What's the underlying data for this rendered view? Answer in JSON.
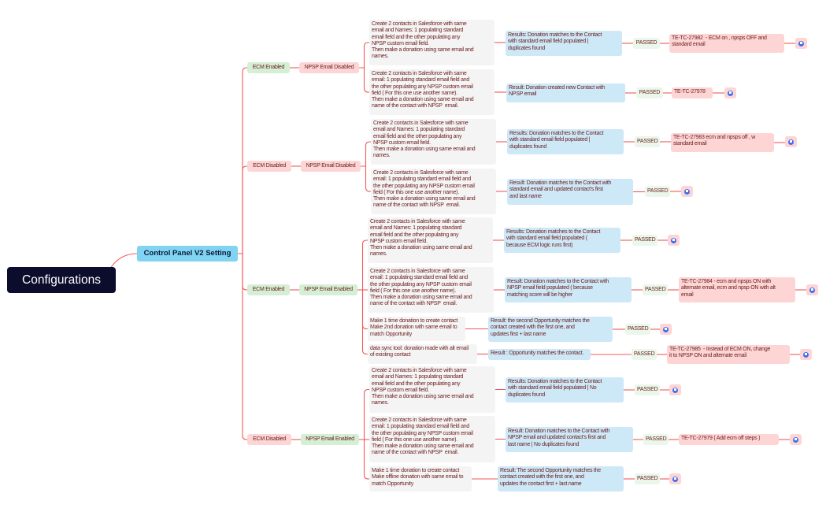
{
  "root": "Configurations",
  "main": "Control Panel V2 Setting",
  "colors": {
    "connector": "#f05a5a",
    "root": "#0c0c2c",
    "main": "#80d4f2",
    "enabled": "#d5efd5",
    "disabled": "#fdd5d5",
    "step": "#f4f4f4",
    "result": "#cde8f7",
    "passed": "#eaf7ea",
    "flag": "#3f6ff0"
  },
  "branches": [
    {
      "ecm": "ECM Enabled",
      "ecm_state": "enabled",
      "npsp": "NPSP Email Disabled",
      "npsp_state": "disabled",
      "cases": [
        {
          "step": "Create 2 contacts in Salesforce with same\nemail and Names: 1 populating standard\nemail field and the other populating any\nNPSP custom email field.\nThen make a donation using same email and\nnames.",
          "result": "Results: Donation matches to the Contact\nwith standard email field populated |\nduplicates found",
          "status": "PASSED",
          "tc": "TE-TC-27982  - ECM on , npsps OFF and\nstandard email",
          "icon": "flag-icon"
        },
        {
          "step": "Create 2 contacts in Salesforce with same\nemail: 1 populating standard email field and\nthe other populating any NPSP custom email\nfield ( For this one use another name).\nThen make a donation using same email and\nname of the contact with NPSP  email.",
          "result": "Result: Donation created new Contact with\nNPSP email",
          "status": "PASSED",
          "tc": "TE-TC-27978",
          "icon": "flag-icon"
        }
      ]
    },
    {
      "ecm": "ECM Disabled",
      "ecm_state": "disabled",
      "npsp": "NPSP Email Disabled",
      "npsp_state": "disabled",
      "cases": [
        {
          "step": "Create 2 contacts in Salesforce with same\nemail and Names: 1 populating standard\nemail field and the other populating any\nNPSP custom email field.\nThen make a donation using same email and\nnames.",
          "result": "Results: Donation matches to the Contact\nwith standard email field populated |\nduplicates found",
          "status": "PASSED",
          "tc": "TE-TC-27983 ecm and npsps off , w\nstandard email",
          "icon": "flag-icon"
        },
        {
          "step": "Create 2 contacts in Salesforce with same\nemail: 1 populating standard email field and\nthe other populating any NPSP custom email\nfield ( For this one use another name).\nThen make a donation using same email and\nname of the contact with NPSP  email.",
          "result": "Result: Donation matches to the Contact with\nstandard email and updated contact's first\nand last name",
          "status": "PASSED",
          "tc": null,
          "icon": "flag-icon"
        }
      ]
    },
    {
      "ecm": "ECM Enabled",
      "ecm_state": "enabled",
      "npsp": "NPSP Email Enabled",
      "npsp_state": "enabled",
      "cases": [
        {
          "step": "Create 2 contacts in Salesforce with same\nemail and Names: 1 populating standard\nemail field and the other populating any\nNPSP custom email field.\nThen make a donation using same email and\nnames.",
          "result": "Results: Donation matches to the Contact\nwith standard email field populated (\nbecause ECM logic runs first)",
          "status": "PASSED",
          "tc": null,
          "icon": "flag-icon"
        },
        {
          "step": "Create 2 contacts in Salesforce with same\nemail: 1 populating standard email field and\nthe other populating any NPSP custom email\nfield ( For this one use another name).\nThen make a donation using same email and\nname of the contact with NPSP  email.",
          "result": "Result: Donation matches to the Contact with\nNPSP email field populated ( because\nmatching score will be higher",
          "status": "PASSED",
          "tc": "TE-TC-27984 - ecm and npsps ON with\nalternate email, ecm and npsp ON with alt\nemail",
          "icon": "flag-icon"
        },
        {
          "step": "Make 1 time donation to create contact\nMake 2nd donation with same email to\nmatch Opportunity",
          "result": "Result: the second Opportunity matches the\ncontact created with the first one, and\nupdates first + last name",
          "status": "PASSED",
          "tc": null,
          "icon": "flag-icon"
        },
        {
          "step": "data sync tool: donation made with alt email\nof existing contact",
          "result": "Result : Opportunity matches the contact.",
          "status": "PASSED",
          "tc": "TE-TC-27985  - Instead of ECM ON, change\nit to NPSP ON and alternate email",
          "icon": "flag-icon"
        }
      ]
    },
    {
      "ecm": "ECM Disabled",
      "ecm_state": "disabled",
      "npsp": "NPSP Email Enabled",
      "npsp_state": "enabled",
      "cases": [
        {
          "step": "Create 2 contacts in Salesforce with same\nemail and Names: 1 populating standard\nemail field and the other populating any\nNPSP custom email field.\nThen make a donation using same email and\nnames.",
          "result": "Results: Donation matches to the Contact\nwith standard email field populated | No\nduplicates found",
          "status": "PASSED",
          "tc": null,
          "icon": "flag-icon"
        },
        {
          "step": "Create 2 contacts in Salesforce with same\nemail: 1 populating standard email field and\nthe other populating any NPSP custom email\nfield ( For this one use another name).\nThen make a donation using same email and\nname of the contact with NPSP  email.",
          "result": "Result: Donation matches to the Contact with\nNPSP email and updated contact's first and\nlast name | No duplicates found",
          "status": "PASSED",
          "tc": "TE-TC-27979 ( Add ecm off steps )",
          "icon": "flag-icon"
        },
        {
          "step": "Make 1 time donation to create contact\nMake offline donation with same email to\nmatch Opportunity",
          "result": "Result: The second Opportunity matches the\ncontact created with the first one, and\nupdates the contact first + last name",
          "status": "PASSED",
          "tc": null,
          "icon": "flag-icon"
        }
      ]
    }
  ]
}
